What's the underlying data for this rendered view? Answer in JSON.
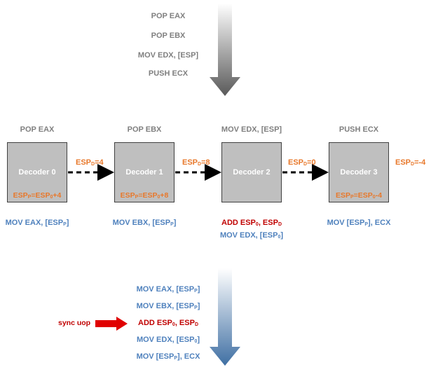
{
  "top_sequence": [
    "POP EAX",
    "POP EBX",
    "MOV EDX, [ESP]",
    "PUSH ECX"
  ],
  "decoders": [
    {
      "caption": "POP EAX",
      "name": "Decoder 0",
      "espp": {
        "a": "ESP",
        "s1": "P",
        "b": "=ESP",
        "s2": "0",
        "c": "+4"
      },
      "uop_lines": [
        {
          "color": "blue",
          "parts": [
            {
              "t": "MOV EAX, [ESP"
            },
            {
              "s": "P"
            },
            {
              "t": "]"
            }
          ]
        }
      ]
    },
    {
      "caption": "POP EBX",
      "name": "Decoder 1",
      "espp": {
        "a": "ESP",
        "s1": "P",
        "b": "=ESP",
        "s2": "0",
        "c": "+8"
      },
      "uop_lines": [
        {
          "color": "blue",
          "parts": [
            {
              "t": "MOV EBX, [ESP"
            },
            {
              "s": "P"
            },
            {
              "t": "]"
            }
          ]
        }
      ]
    },
    {
      "caption": "MOV EDX, [ESP]",
      "name": "Decoder 2",
      "espp": null,
      "uop_lines": [
        {
          "color": "red",
          "parts": [
            {
              "t": "ADD ESP"
            },
            {
              "s": "0"
            },
            {
              "t": ", ESP"
            },
            {
              "s": "D"
            }
          ]
        },
        {
          "color": "blue",
          "parts": [
            {
              "t": "MOV EDX, [ESP"
            },
            {
              "s": "0"
            },
            {
              "t": "]"
            }
          ]
        }
      ]
    },
    {
      "caption": "PUSH ECX",
      "name": "Decoder 3",
      "espp": {
        "a": "ESP",
        "s1": "P",
        "b": "=ESP",
        "s2": "0",
        "c": "-4"
      },
      "uop_lines": [
        {
          "color": "blue",
          "parts": [
            {
              "t": "MOV [ESP"
            },
            {
              "s": "P"
            },
            {
              "t": "], ECX"
            }
          ]
        }
      ]
    }
  ],
  "espd_labels": [
    {
      "a": "ESP",
      "s": "D",
      "b": "=4"
    },
    {
      "a": "ESP",
      "s": "D",
      "b": "=8"
    },
    {
      "a": "ESP",
      "s": "D",
      "b": "=0"
    },
    {
      "a": "ESP",
      "s": "D",
      "b": "=-4"
    }
  ],
  "bottom_sequence": [
    {
      "color": "blue",
      "parts": [
        {
          "t": "MOV EAX, [ESP"
        },
        {
          "s": "P"
        },
        {
          "t": "]"
        }
      ]
    },
    {
      "color": "blue",
      "parts": [
        {
          "t": "MOV EBX, [ESP"
        },
        {
          "s": "P"
        },
        {
          "t": "]"
        }
      ]
    },
    {
      "color": "red",
      "parts": [
        {
          "t": "ADD ESP"
        },
        {
          "s": "0"
        },
        {
          "t": ", ESP"
        },
        {
          "s": "D"
        }
      ]
    },
    {
      "color": "blue",
      "parts": [
        {
          "t": "MOV EDX, [ESP"
        },
        {
          "s": "0"
        },
        {
          "t": "]"
        }
      ]
    },
    {
      "color": "blue",
      "parts": [
        {
          "t": "MOV [ESP"
        },
        {
          "s": "P"
        },
        {
          "t": "], ECX"
        }
      ]
    }
  ],
  "sync_label": "sync uop",
  "colors": {
    "decoder_fill": "#bfbfbf",
    "blue": "#4f81bd",
    "red": "#c00000",
    "orange": "#e8782b",
    "gray": "#7f7f7f"
  }
}
